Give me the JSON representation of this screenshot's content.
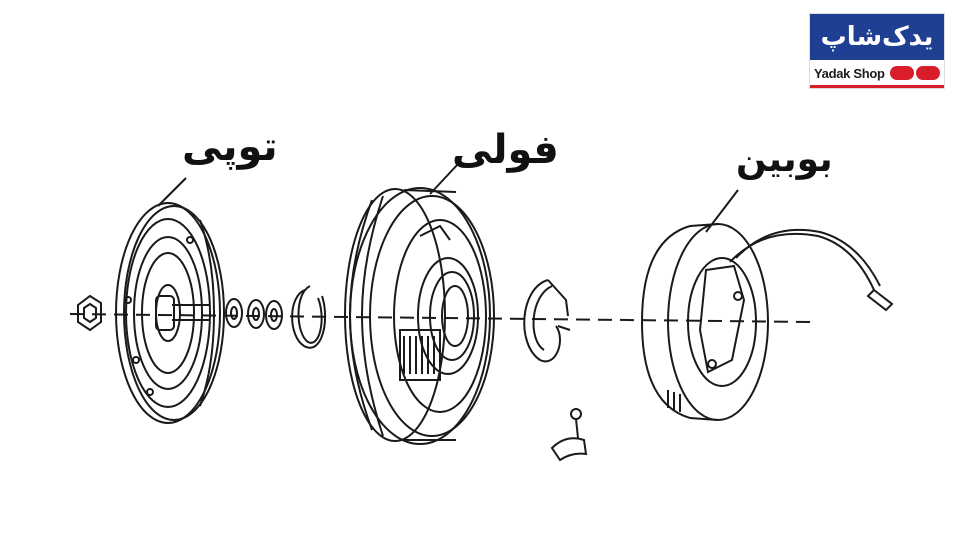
{
  "labels": {
    "topi": "توپی",
    "fuli": "فولی",
    "bobin": "بوبین"
  },
  "logo": {
    "fa_text": "یدک‌شاپ",
    "en_text": "Yadak Shop",
    "colors": {
      "primary": "#1f3f93",
      "accent": "#d81e2a"
    }
  },
  "drawing_style": {
    "stroke": "#1a1a1a",
    "background": "#ffffff"
  }
}
